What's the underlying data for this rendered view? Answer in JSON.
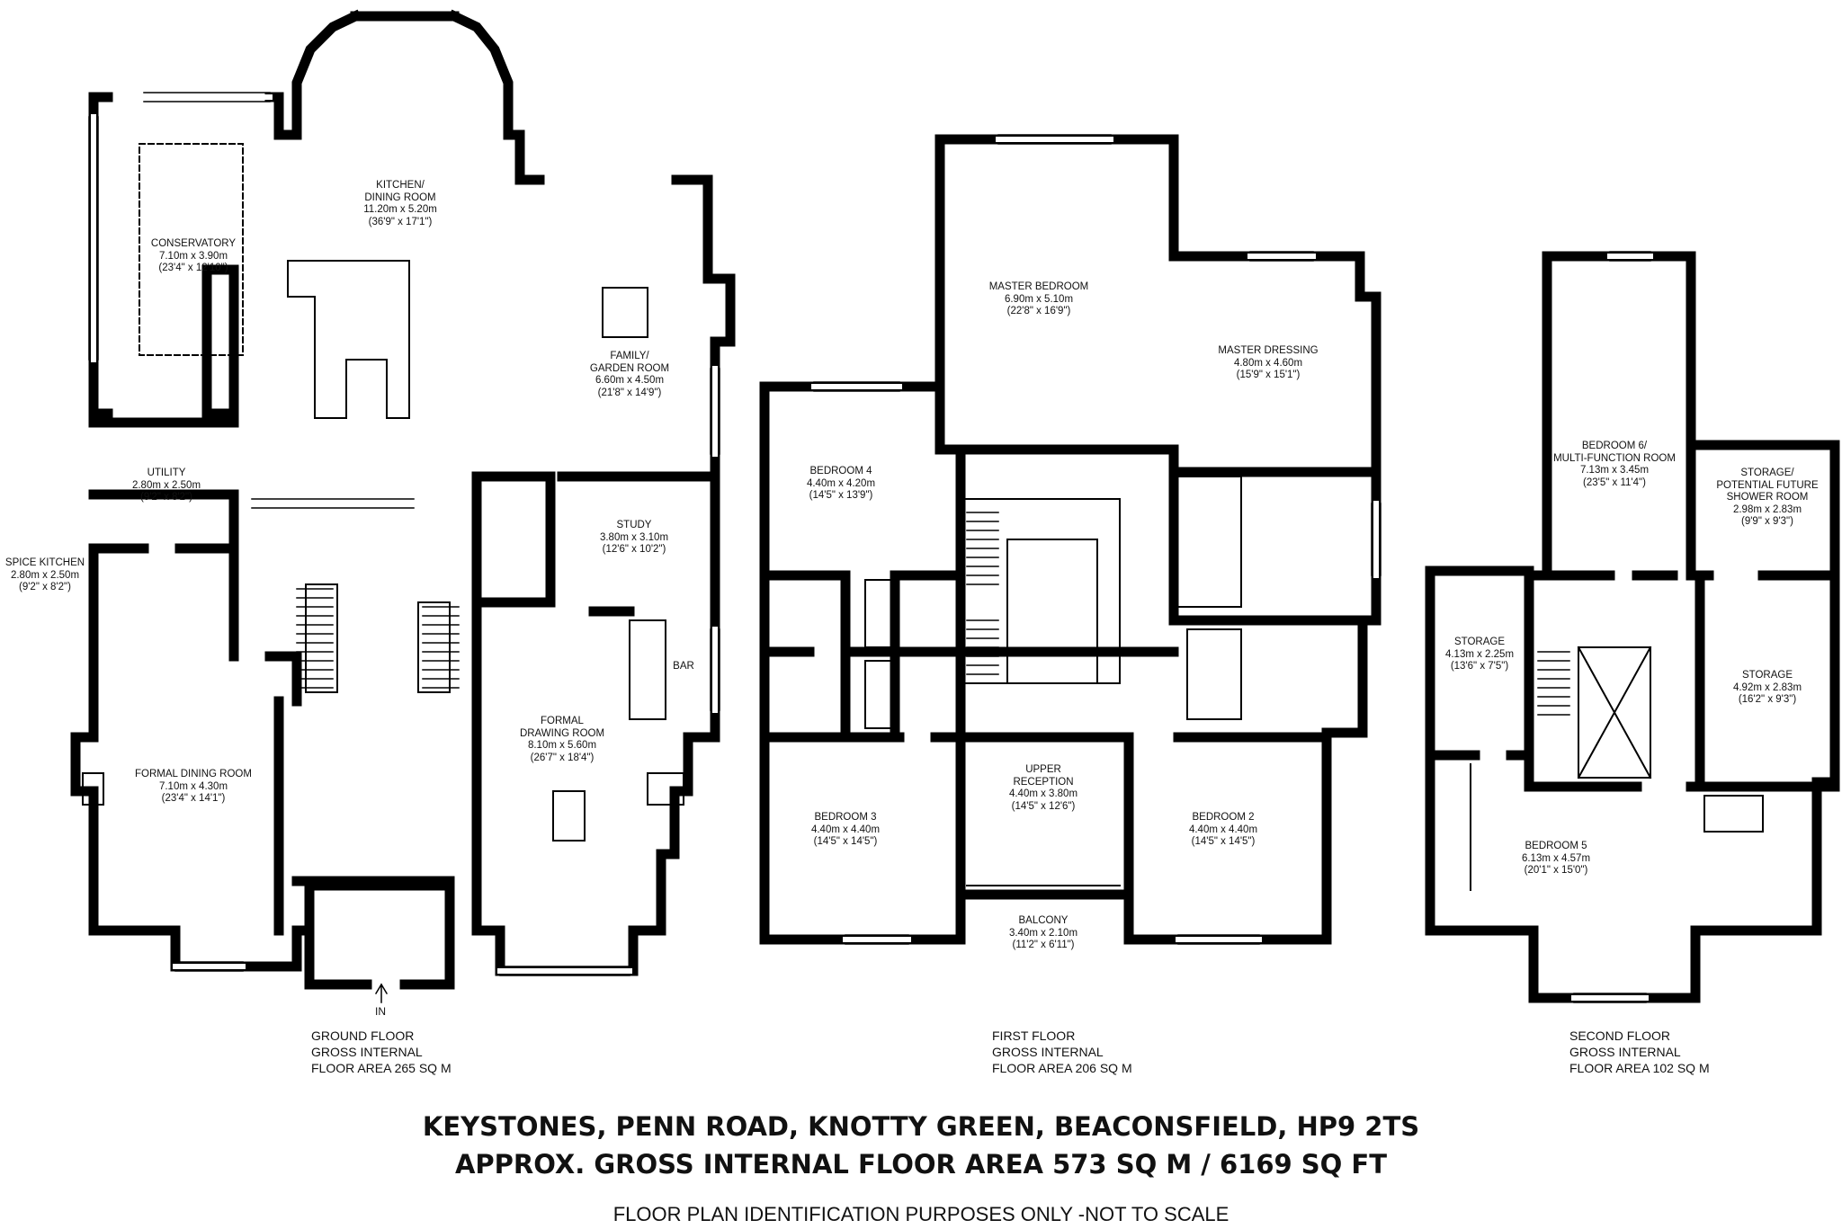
{
  "rooms": {
    "conservatory": {
      "name": "CONSERVATORY",
      "metric": "7.10m x 3.90m",
      "imperial": "(23'4\" x 12'10\")"
    },
    "kitchen": {
      "name1": "KITCHEN/",
      "name2": "DINING ROOM",
      "metric": "11.20m x 5.20m",
      "imperial": "(36'9\" x 17'1\")"
    },
    "family": {
      "name1": "FAMILY/",
      "name2": "GARDEN ROOM",
      "metric": "6.60m x 4.50m",
      "imperial": "(21'8\" x 14'9\")"
    },
    "utility": {
      "name": "UTILITY",
      "metric": "2.80m x 2.50m",
      "imperial": "(9'2\" x 8'2\")"
    },
    "spice": {
      "name": "SPICE KITCHEN",
      "metric": "2.80m x 2.50m",
      "imperial": "(9'2\" x 8'2\")"
    },
    "study": {
      "name": "STUDY",
      "metric": "3.80m x 3.10m",
      "imperial": "(12'6\" x 10'2\")"
    },
    "bar": {
      "name": "BAR"
    },
    "drawing": {
      "name1": "FORMAL",
      "name2": "DRAWING ROOM",
      "metric": "8.10m x 5.60m",
      "imperial": "(26'7\" x 18'4\")"
    },
    "dining": {
      "name": "FORMAL DINING ROOM",
      "metric": "7.10m x 4.30m",
      "imperial": "(23'4\" x 14'1\")"
    },
    "master_bed": {
      "name": "MASTER BEDROOM",
      "metric": "6.90m x 5.10m",
      "imperial": "(22'8\" x 16'9\")"
    },
    "master_dress": {
      "name": "MASTER DRESSING",
      "metric": "4.80m x 4.60m",
      "imperial": "(15'9\" x 15'1\")"
    },
    "bed4": {
      "name": "BEDROOM 4",
      "metric": "4.40m x 4.20m",
      "imperial": "(14'5\" x 13'9\")"
    },
    "bed3": {
      "name": "BEDROOM 3",
      "metric": "4.40m x 4.40m",
      "imperial": "(14'5\" x 14'5\")"
    },
    "upper_rec": {
      "name1": "UPPER",
      "name2": "RECEPTION",
      "metric": "4.40m x 3.80m",
      "imperial": "(14'5\" x 12'6\")"
    },
    "bed2": {
      "name": "BEDROOM  2",
      "metric": "4.40m x 4.40m",
      "imperial": "(14'5\" x 14'5\")"
    },
    "balcony": {
      "name": "BALCONY",
      "metric": "3.40m x 2.10m",
      "imperial": "(11'2\" x 6'11\")"
    },
    "bed6": {
      "name1": "BEDROOM 6/",
      "name2": "MULTI-FUNCTION ROOM",
      "metric": "7.13m x 3.45m",
      "imperial": "(23'5\" x 11'4\")"
    },
    "storage_shower": {
      "name1": "STORAGE/",
      "name2": "POTENTIAL FUTURE",
      "name3": "SHOWER ROOM",
      "metric": "2.98m x 2.83m",
      "imperial": "(9'9\" x 9'3\")"
    },
    "storage_left": {
      "name": "STORAGE",
      "metric": "4.13m x 2.25m",
      "imperial": "(13'6\" x 7'5\")"
    },
    "storage_right": {
      "name": "STORAGE",
      "metric": "4.92m x 2.83m",
      "imperial": "(16'2\" x 9'3\")"
    },
    "bed5": {
      "name": "BEDROOM 5",
      "metric": "6.13m x 4.57m",
      "imperial": "(20'1\" x 15'0\")"
    }
  },
  "entrance_label": "IN",
  "floors": [
    {
      "line1": "GROUND FLOOR",
      "line2": "GROSS INTERNAL",
      "line3": "FLOOR AREA 265 SQ M"
    },
    {
      "line1": "FIRST FLOOR",
      "line2": "GROSS INTERNAL",
      "line3": "FLOOR AREA 206 SQ M"
    },
    {
      "line1": "SECOND FLOOR",
      "line2": "GROSS INTERNAL",
      "line3": "FLOOR AREA 102 SQ M"
    }
  ],
  "title_line1": "KEYSTONES, PENN ROAD, KNOTTY GREEN, BEACONSFIELD, HP9 2TS",
  "title_line2": "APPROX. GROSS INTERNAL FLOOR AREA 573 SQ M / 6169 SQ FT",
  "disclaimer": "FLOOR PLAN IDENTIFICATION PURPOSES ONLY -NOT TO SCALE",
  "colors": {
    "wall": "#000000",
    "window": "#ffffff",
    "background": "#ffffff"
  }
}
